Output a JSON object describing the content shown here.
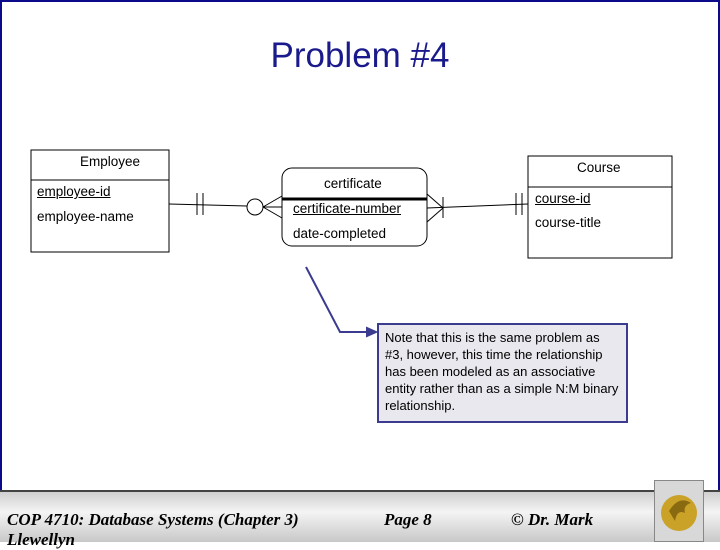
{
  "slide": {
    "title": "Problem #4"
  },
  "entities": {
    "employee": {
      "name": "Employee",
      "attributes": [
        "employee-id",
        "employee-name"
      ],
      "key": "employee-id"
    },
    "certificate": {
      "name": "certificate",
      "attributes": [
        "certificate-number",
        "date-completed"
      ],
      "key": "certificate-number"
    },
    "course": {
      "name": "Course",
      "attributes": [
        "course-id",
        "course-title"
      ],
      "key": "course-id"
    }
  },
  "note": "Note that this is the same problem as #3, however, this time the relationship has been modeled as an associative entity rather than as a simple N:M binary relationship.",
  "footer": {
    "course": "COP 4710: Database Systems  (Chapter 3)",
    "page": "Page 8",
    "author": "© Dr. Mark",
    "author_cont": "Llewellyn"
  },
  "colors": {
    "title": "#1a1a8c",
    "border": "#0a0a8a",
    "note_border": "#3b3b8f",
    "note_fill": "#e8e8ee"
  }
}
